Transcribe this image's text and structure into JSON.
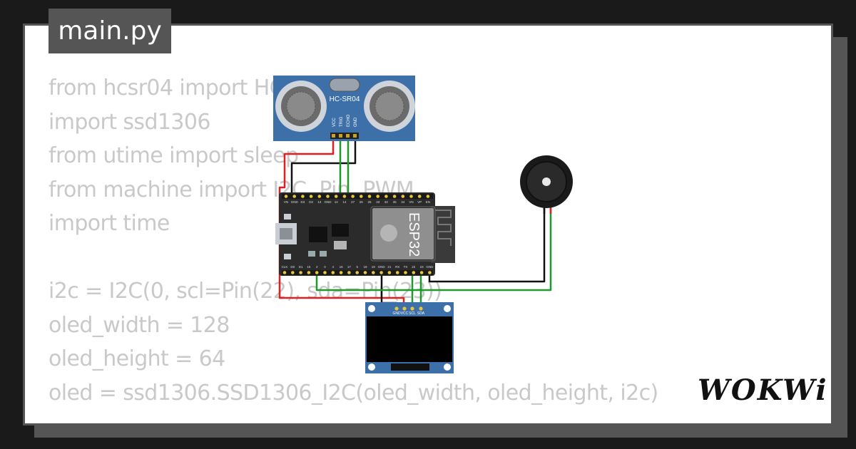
{
  "tab": {
    "filename": "main.py"
  },
  "code": {
    "lines": [
      "from hcsr04 import HCSR04",
      "import ssd1306",
      "from utime import sleep",
      "from machine import I2C, Pin, PWM",
      "import time",
      "",
      "i2c = I2C(0, scl=Pin(22), sda=Pin(23))",
      "oled_width = 128",
      "oled_height = 64",
      "oled = ssd1306.SSD1306_I2C(oled_width, oled_height, i2c)"
    ]
  },
  "parts": {
    "sensor": {
      "label": "HC-SR04",
      "pins": [
        "VCC",
        "TRIG",
        "ECHO",
        "GND"
      ]
    },
    "board": {
      "label": "ESP32",
      "top_pins": [
        "VN",
        "GND",
        "D3",
        "D2",
        "13",
        "GND",
        "12",
        "14",
        "27",
        "26",
        "25",
        "33",
        "32",
        "35",
        "34",
        "VN",
        "VP",
        "EN"
      ],
      "bottom_pins": [
        "CLK",
        "D0",
        "D1",
        "15",
        "2",
        "0",
        "4",
        "16",
        "17",
        "5",
        "18",
        "19",
        "GND",
        "21",
        "RX",
        "TX",
        "22",
        "23",
        "GND"
      ]
    },
    "oled": {
      "pins": [
        "GND",
        "VCC",
        "SCL",
        "SDA"
      ]
    },
    "buzzer": {
      "label": ""
    }
  },
  "logo": {
    "text": "WOKWi"
  },
  "colors": {
    "wire_red": "#e02020",
    "wire_black": "#111111",
    "wire_green": "#1f9a2a",
    "board": "#2b2b2b",
    "module_blue": "#3d6fa8",
    "code_text": "#c9c9c9"
  }
}
